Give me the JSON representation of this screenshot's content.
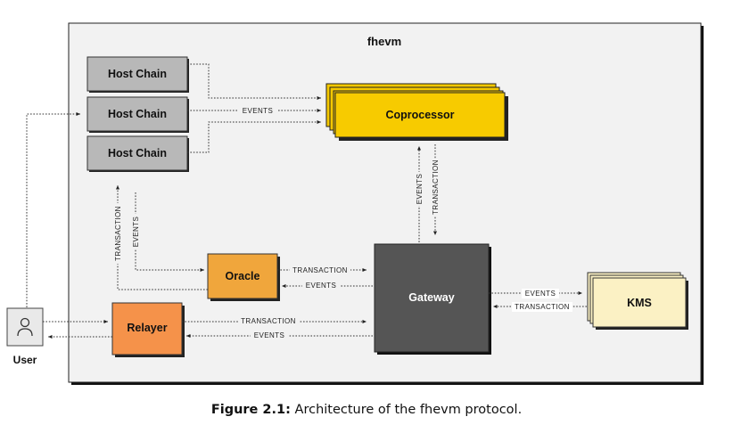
{
  "diagram": {
    "container_title": "fhevm",
    "nodes": {
      "host_chain_1": "Host Chain",
      "host_chain_2": "Host Chain",
      "host_chain_3": "Host Chain",
      "coprocessor": "Coprocessor",
      "oracle": "Oracle",
      "gateway": "Gateway",
      "relayer": "Relayer",
      "kms": "KMS",
      "user": "User"
    },
    "edges": {
      "hosts_to_coprocessor": "EVENTS",
      "gateway_to_coprocessor": "EVENTS",
      "coprocessor_to_gateway": "TRANSACTION",
      "oracle_to_host": "TRANSACTION",
      "host_to_oracle": "EVENTS",
      "oracle_to_gateway": "TRANSACTION",
      "gateway_to_oracle": "EVENTS",
      "relayer_to_gateway": "TRANSACTION",
      "gateway_to_relayer": "EVENTS",
      "gateway_to_kms": "EVENTS",
      "kms_to_gateway": "TRANSACTION"
    },
    "colors": {
      "host_chain": "#b8b8b8",
      "coprocessor": "#f5c800",
      "oracle": "#f0a63c",
      "gateway": "#555555",
      "relayer": "#f5924a",
      "kms": "#fbf1c4",
      "container": "#f2f2f2"
    }
  },
  "caption": {
    "label": "Figure 2.1:",
    "text": "Architecture of the fhevm protocol."
  }
}
